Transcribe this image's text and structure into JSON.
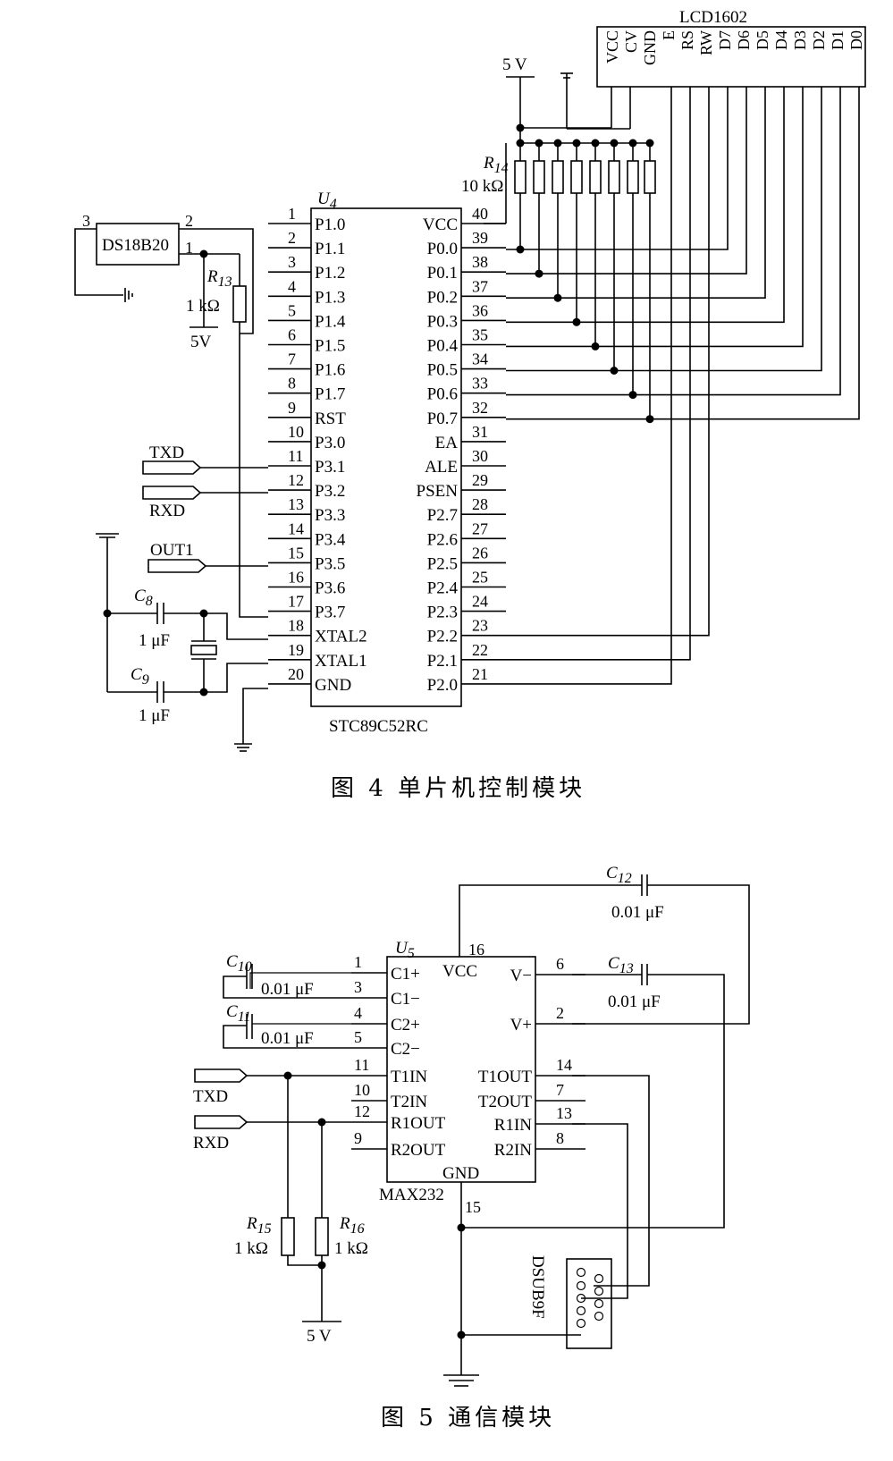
{
  "fig4": {
    "caption": "图 4    单片机控制模块",
    "mcu": {
      "ref": "U",
      "ref_sub": "4",
      "part": "STC89C52RC",
      "left_pins": [
        {
          "num": "1",
          "name": "P1.0"
        },
        {
          "num": "2",
          "name": "P1.1"
        },
        {
          "num": "3",
          "name": "P1.2"
        },
        {
          "num": "4",
          "name": "P1.3"
        },
        {
          "num": "5",
          "name": "P1.4"
        },
        {
          "num": "6",
          "name": "P1.5"
        },
        {
          "num": "7",
          "name": "P1.6"
        },
        {
          "num": "8",
          "name": "P1.7"
        },
        {
          "num": "9",
          "name": "RST"
        },
        {
          "num": "10",
          "name": "P3.0"
        },
        {
          "num": "11",
          "name": "P3.1"
        },
        {
          "num": "12",
          "name": "P3.2"
        },
        {
          "num": "13",
          "name": "P3.3"
        },
        {
          "num": "14",
          "name": "P3.4"
        },
        {
          "num": "15",
          "name": "P3.5"
        },
        {
          "num": "16",
          "name": "P3.6"
        },
        {
          "num": "17",
          "name": "P3.7"
        },
        {
          "num": "18",
          "name": "XTAL2"
        },
        {
          "num": "19",
          "name": "XTAL1"
        },
        {
          "num": "20",
          "name": "GND"
        }
      ],
      "right_pins": [
        {
          "num": "40",
          "name": "VCC"
        },
        {
          "num": "39",
          "name": "P0.0"
        },
        {
          "num": "38",
          "name": "P0.1"
        },
        {
          "num": "37",
          "name": "P0.2"
        },
        {
          "num": "36",
          "name": "P0.3"
        },
        {
          "num": "35",
          "name": "P0.4"
        },
        {
          "num": "34",
          "name": "P0.5"
        },
        {
          "num": "33",
          "name": "P0.6"
        },
        {
          "num": "32",
          "name": "P0.7"
        },
        {
          "num": "31",
          "name": "EA"
        },
        {
          "num": "30",
          "name": "ALE"
        },
        {
          "num": "29",
          "name": "PSEN"
        },
        {
          "num": "28",
          "name": "P2.7"
        },
        {
          "num": "27",
          "name": "P2.6"
        },
        {
          "num": "26",
          "name": "P2.5"
        },
        {
          "num": "25",
          "name": "P2.4"
        },
        {
          "num": "24",
          "name": "P2.3"
        },
        {
          "num": "23",
          "name": "P2.2"
        },
        {
          "num": "22",
          "name": "P2.1"
        },
        {
          "num": "21",
          "name": "P2.0"
        }
      ]
    },
    "lcd": {
      "name": "LCD1602",
      "pins": [
        "VCC",
        "CV",
        "GND",
        "E",
        "RS",
        "RW",
        "D7",
        "D6",
        "D5",
        "D4",
        "D3",
        "D2",
        "D1",
        "D0"
      ]
    },
    "vcc_label": "5  V",
    "r14": {
      "ref": "R",
      "sub": "14",
      "value": "10  kΩ"
    },
    "ds18b20": {
      "name": "DS18B20",
      "pin3": "3",
      "pin2": "2",
      "pin1": "1"
    },
    "r13": {
      "ref": "R",
      "sub": "13",
      "value": "1  kΩ"
    },
    "supply_5v": "5V",
    "signals": {
      "txd": "TXD",
      "rxd": "RXD",
      "out1": "OUT1"
    },
    "c8": {
      "ref": "C",
      "sub": "8",
      "value": "1  μF"
    },
    "c9": {
      "ref": "C",
      "sub": "9",
      "value": "1  μF"
    }
  },
  "fig5": {
    "caption": "图 5    通信模块",
    "ic": {
      "ref": "U",
      "ref_sub": "5",
      "part": "MAX232",
      "vcc": "VCC",
      "gnd": "GND",
      "left_pins": [
        {
          "num": "1",
          "name": "C1+"
        },
        {
          "num": "3",
          "name": "C1−"
        },
        {
          "num": "4",
          "name": "C2+"
        },
        {
          "num": "5",
          "name": "C2−"
        },
        {
          "num": "11",
          "name": "T1IN"
        },
        {
          "num": "10",
          "name": "T2IN"
        },
        {
          "num": "12",
          "name": "R1OUT"
        },
        {
          "num": "9",
          "name": "R2OUT"
        }
      ],
      "right_pins": [
        {
          "num": "6",
          "name": "V−"
        },
        {
          "num": "2",
          "name": "V+"
        },
        {
          "num": "14",
          "name": "T1OUT"
        },
        {
          "num": "7",
          "name": "T2OUT"
        },
        {
          "num": "13",
          "name": "R1IN"
        },
        {
          "num": "8",
          "name": "R2IN"
        }
      ],
      "pin16": "16",
      "pin15": "15"
    },
    "c10": {
      "ref": "C",
      "sub": "10",
      "value": "0.01  μF"
    },
    "c11": {
      "ref": "C",
      "sub": "11",
      "value": "0.01  μF"
    },
    "c12": {
      "ref": "C",
      "sub": "12",
      "value": "0.01  μF"
    },
    "c13": {
      "ref": "C",
      "sub": "13",
      "value": "0.01  μF"
    },
    "r15": {
      "ref": "R",
      "sub": "15",
      "value": "1  kΩ"
    },
    "r16": {
      "ref": "R",
      "sub": "16",
      "value": "1  kΩ"
    },
    "supply": "5  V",
    "connector": "DSUB9F",
    "signals": {
      "txd": "TXD",
      "rxd": "RXD"
    }
  }
}
